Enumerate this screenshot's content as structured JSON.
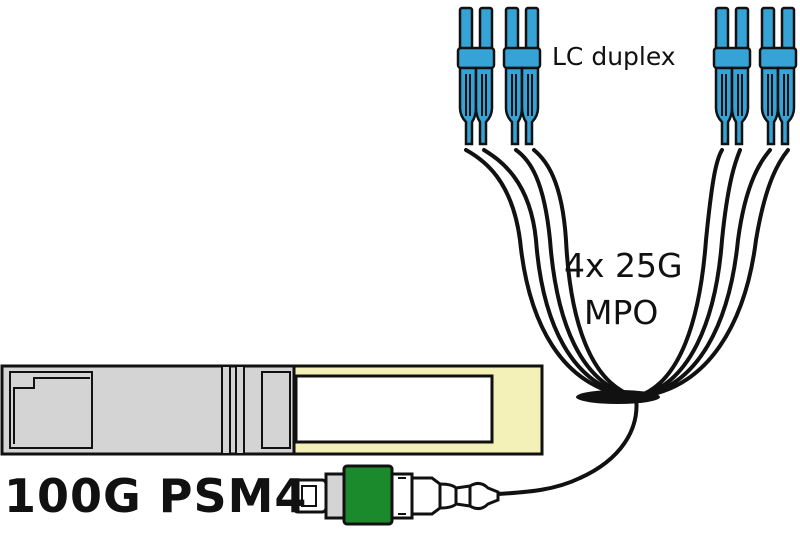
{
  "labels": {
    "connector_type": "LC duplex",
    "breakout_rate": "4x 25G",
    "breakout_connector": "MPO",
    "module_name": "100G PSM4"
  },
  "colors": {
    "lc_connector": "#35a3d6",
    "module_body": "#d4d4d4",
    "module_latch": "#f3f1b8",
    "mpo_boot": "#1b8a2c",
    "cable": "#111111"
  }
}
